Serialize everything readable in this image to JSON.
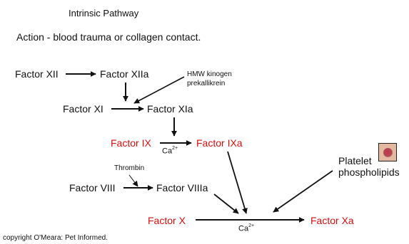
{
  "title": "Intrinsic Pathway",
  "action": "Action - blood trauma or collagen contact.",
  "factors": {
    "xii": "Factor XII",
    "xiia": "Factor XIIa",
    "xi": "Factor XI",
    "xia": "Factor XIa",
    "ix": "Factor IX",
    "ixa": "Factor IXa",
    "viii": "Factor VIII",
    "viiia": "Factor VIIIa",
    "x": "Factor X",
    "xa": "Factor Xa"
  },
  "cofactors": {
    "hmw_kinogen": "HMW kinogen",
    "prekallikrein": "prekallikrein",
    "thrombin": "Thrombin",
    "platelet": "Platelet",
    "phospholipids": "phospholipids",
    "ca_base": "Ca",
    "ca_charge": "2+"
  },
  "colors": {
    "red_factor": "#d01010",
    "text": "#111111"
  },
  "icons": {
    "platelet": "platelet-icon"
  },
  "copyright": "copyright O'Meara: Pet Informed."
}
